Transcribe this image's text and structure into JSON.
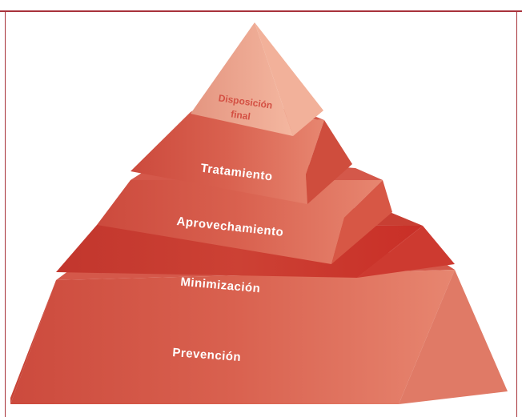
{
  "diagram": {
    "type": "pyramid",
    "levels": [
      {
        "label_lines": [
          "Disposición",
          "final"
        ]
      },
      {
        "label": "Tratamiento"
      },
      {
        "label": "Aprovechamiento"
      },
      {
        "label": "Minimización"
      },
      {
        "label": "Prevención"
      }
    ]
  },
  "colors": {
    "frame": "#a8323a",
    "apex_front": "#e8917c",
    "apex_side": "#f0a992",
    "tier_front": "#d45043",
    "tier_side": "#c8453a",
    "tier_dark": "#c7352c"
  }
}
